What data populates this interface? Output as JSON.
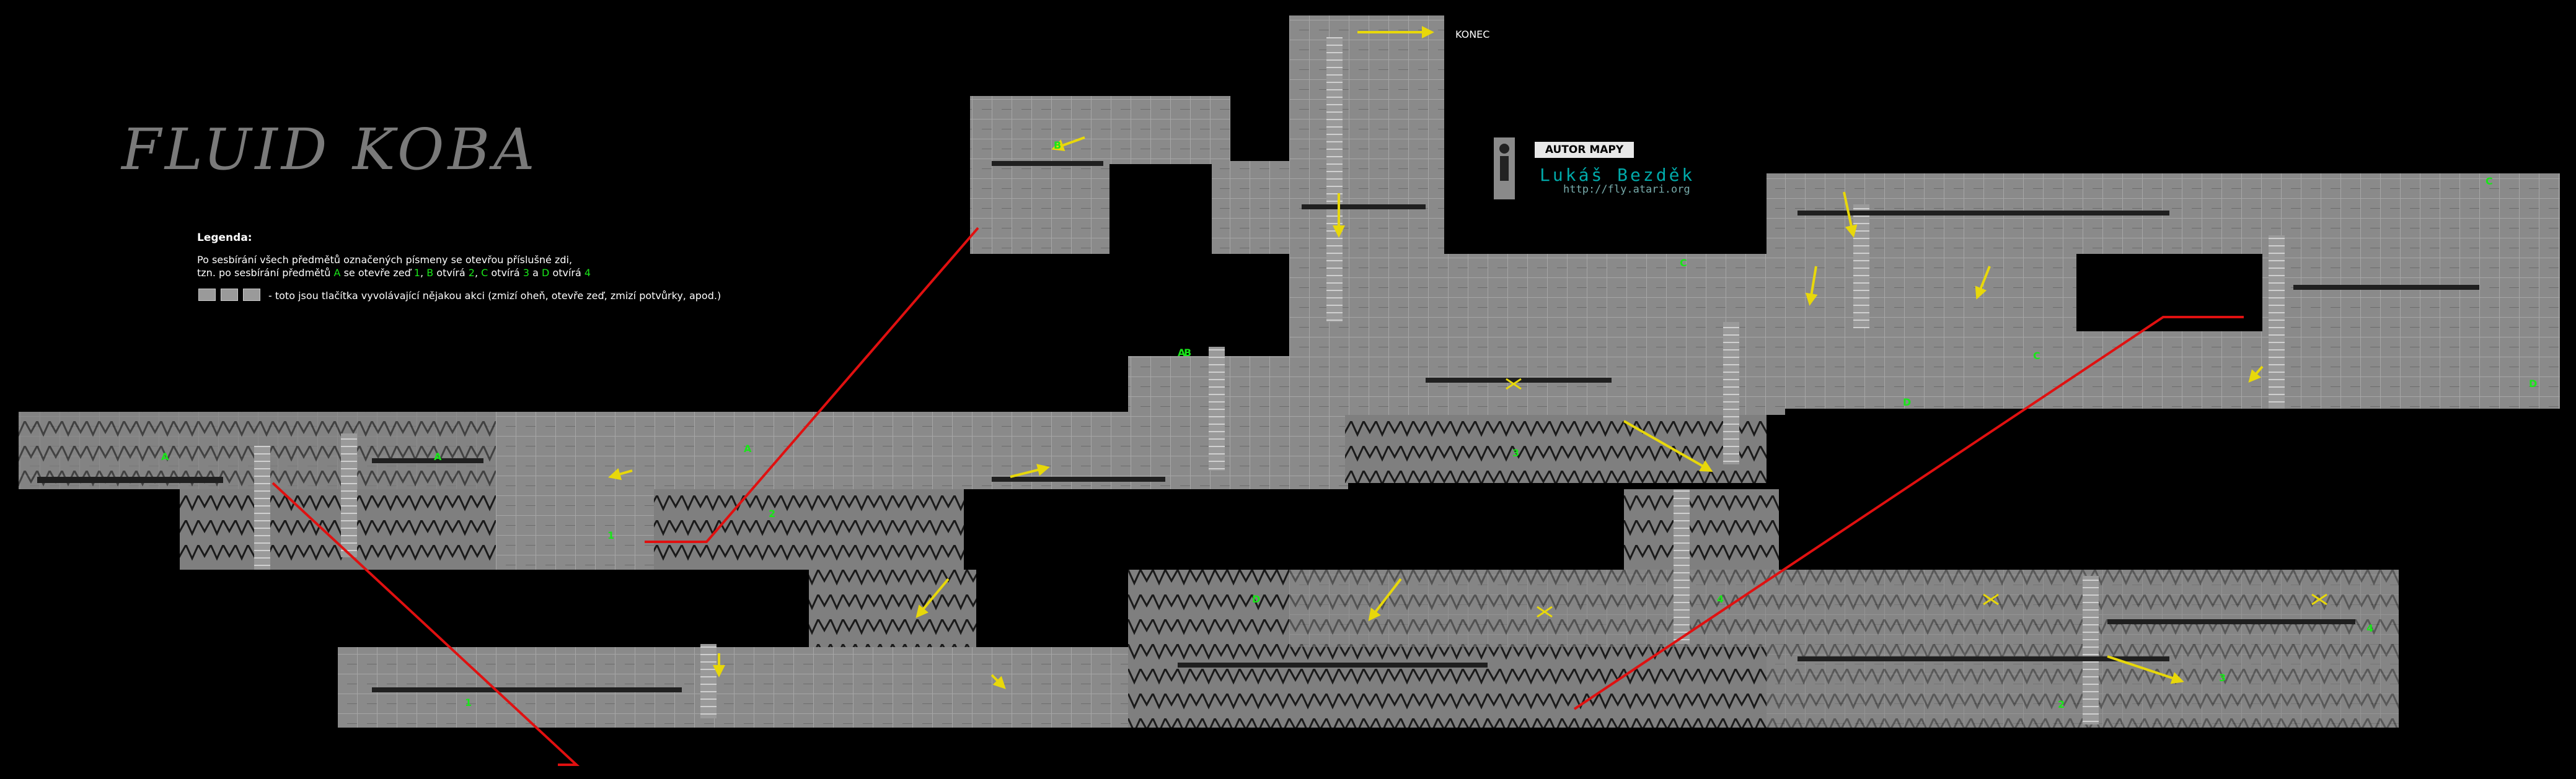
{
  "logo": {
    "text": "FLUID KOBA"
  },
  "legend": {
    "title": "Legenda:",
    "line1": "Po sesbírání všech předmětů označených písmeny se otevřou příslušné zdi,",
    "line2_prefix": "tzn. po sesbírání předmětů",
    "line2_A": "A",
    "line2_mid1": "se otevře zeď",
    "line2_1": "1",
    "line2_B": "B",
    "line2_mid2": "otvírá",
    "line2_2": "2",
    "line2_C": "C",
    "line2_mid3": "otvírá",
    "line2_3": "3",
    "line2_a": "a",
    "line2_D": "D",
    "line2_mid4": "otvírá",
    "line2_4": "4",
    "line3": "-   toto jsou tlačítka vyvolávající nějakou akci (zmizí oheň, otevře zeď, zmizí potvůrky, apod.)",
    "icons": [
      "switch-icon",
      "lever-icon",
      "button-icon"
    ]
  },
  "end_label": "KONEC",
  "author": {
    "badge": "AUTOR MAPY",
    "name": "Lukáš Bezděk",
    "url": "http://fly.atari.org"
  },
  "colors": {
    "background": "#000000",
    "wall": "#8c8c8c",
    "marker_letters": "#19e619",
    "arrow_yellow": "#e8d80a",
    "route_red": "#e01010",
    "author_name": "#00aaaa"
  },
  "markers": [
    "A",
    "A",
    "A",
    "B",
    "B",
    "C",
    "C",
    "C",
    "D",
    "D",
    "1",
    "2",
    "3",
    "4",
    "4",
    "3",
    "2",
    "1",
    "A",
    "D"
  ]
}
